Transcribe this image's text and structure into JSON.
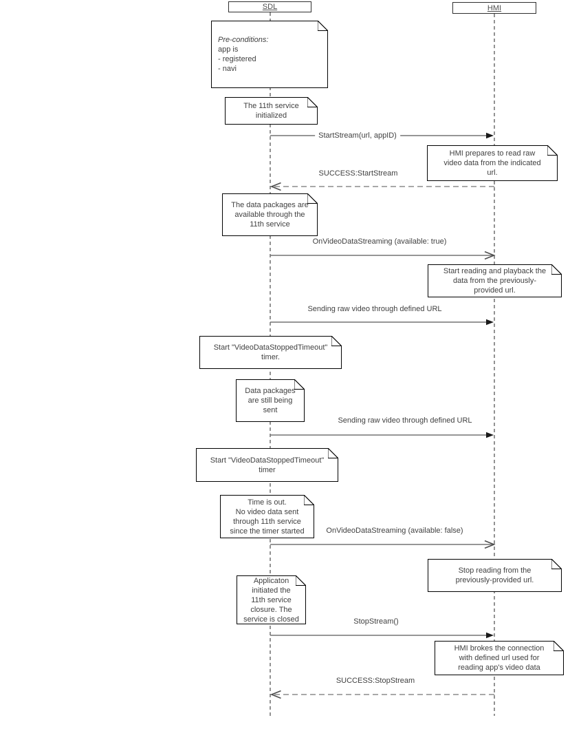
{
  "actors": [
    {
      "label": "SDL"
    },
    {
      "label": "HMI"
    }
  ],
  "notes": {
    "preconditions": {
      "heading": "Pre-conditions:",
      "body": "app is\n- registered\n- navi"
    },
    "service_initialized": {
      "body": "The 11th service\ninitialized"
    },
    "hmi_prepares": {
      "body": "HMI prepares to read raw\nvideo data from the indicated\nurl."
    },
    "data_packages_available": {
      "body": "The data packages are\navailable through the\n11th service"
    },
    "start_reading": {
      "body": "Start reading and playback the\ndata from the previously-\nprovided url."
    },
    "start_timer_first": {
      "body": "Start \"VideoDataStoppedTimeout\"\ntimer."
    },
    "packages_still_sent": {
      "body": "Data packages\nare still being\nsent"
    },
    "start_timer_second": {
      "body": "Start \"VideoDataStoppedTimeout\"\ntimer"
    },
    "time_is_out": {
      "body": "Time is out.\nNo video data sent\nthrough 11th service\nsince the timer started"
    },
    "stop_reading": {
      "body": "Stop reading from the\npreviously-provided url."
    },
    "app_closure": {
      "body": "Applicaton\ninitiated the\n11th service\nclosure. The\nservice is closed"
    },
    "hmi_brokes": {
      "body": "HMI brokes the connection\nwith defined url used for\nreading app's video data"
    }
  },
  "messages": [
    {
      "label": "StartStream(url, appID)",
      "from": "SDL",
      "to": "HMI",
      "line": "solid",
      "arrowhead": "filled"
    },
    {
      "label": "SUCCESS:StartStream",
      "from": "HMI",
      "to": "SDL",
      "line": "dashed",
      "arrowhead": "open"
    },
    {
      "label": "OnVideoDataStreaming (available: true)",
      "from": "SDL",
      "to": "HMI",
      "line": "solid",
      "arrowhead": "open"
    },
    {
      "label": "Sending raw video through defined URL",
      "from": "SDL",
      "to": "HMI",
      "line": "solid",
      "arrowhead": "filled"
    },
    {
      "label": "Sending raw video through defined URL",
      "from": "SDL",
      "to": "HMI",
      "line": "solid",
      "arrowhead": "filled"
    },
    {
      "label": "OnVideoDataStreaming (available: false)",
      "from": "SDL",
      "to": "HMI",
      "line": "solid",
      "arrowhead": "open"
    },
    {
      "label": "StopStream()",
      "from": "SDL",
      "to": "HMI",
      "line": "solid",
      "arrowhead": "filled"
    },
    {
      "label": "SUCCESS:StopStream",
      "from": "HMI",
      "to": "SDL",
      "line": "dashed",
      "arrowhead": "open"
    }
  ],
  "colors": {
    "background": "#ffffff",
    "note_border": "#000000",
    "text": "#404040",
    "message_line": "#737373",
    "lifeline": "#262626"
  }
}
